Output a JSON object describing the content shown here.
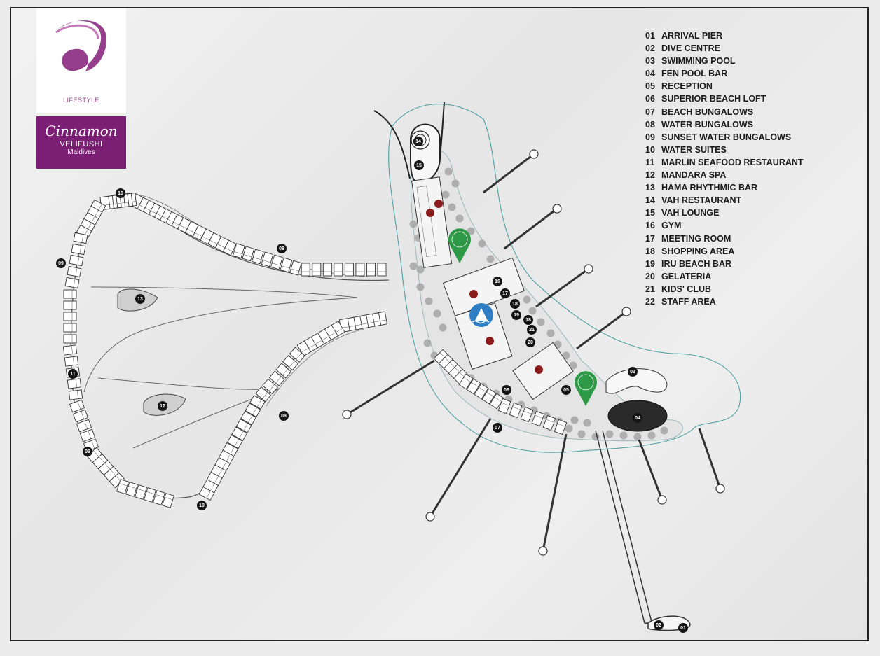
{
  "logo": {
    "tagline": "LIFESTYLE",
    "brand": "Cinnamon",
    "resort": "VELIFUSHI",
    "location": "Maldives",
    "accent_color": "#7a1f74"
  },
  "legend": [
    {
      "num": "01",
      "label": "ARRIVAL PIER"
    },
    {
      "num": "02",
      "label": "DIVE CENTRE"
    },
    {
      "num": "03",
      "label": "SWIMMING POOL"
    },
    {
      "num": "04",
      "label": "FEN POOL BAR"
    },
    {
      "num": "05",
      "label": "RECEPTION"
    },
    {
      "num": "06",
      "label": "SUPERIOR BEACH LOFT"
    },
    {
      "num": "07",
      "label": "BEACH BUNGALOWS"
    },
    {
      "num": "08",
      "label": "WATER BUNGALOWS"
    },
    {
      "num": "09",
      "label": "SUNSET WATER BUNGALOWS"
    },
    {
      "num": "10",
      "label": "WATER SUITES"
    },
    {
      "num": "11",
      "label": "MARLIN SEAFOOD RESTAURANT"
    },
    {
      "num": "12",
      "label": "MANDARA SPA"
    },
    {
      "num": "13",
      "label": "HAMA RHYTHMIC BAR"
    },
    {
      "num": "14",
      "label": "VAH RESTAURANT"
    },
    {
      "num": "15",
      "label": "VAH LOUNGE"
    },
    {
      "num": "16",
      "label": "GYM"
    },
    {
      "num": "17",
      "label": "MEETING ROOM"
    },
    {
      "num": "18",
      "label": "SHOPPING AREA"
    },
    {
      "num": "19",
      "label": "IRU BEACH BAR"
    },
    {
      "num": "20",
      "label": "GELATERIA"
    },
    {
      "num": "21",
      "label": "KIDS' CLUB"
    },
    {
      "num": "22",
      "label": "STAFF AREA"
    }
  ],
  "map_markers": [
    {
      "id": "marker-10-top",
      "label": "10"
    },
    {
      "id": "marker-08-top",
      "label": "08"
    },
    {
      "id": "marker-09-left",
      "label": "09"
    },
    {
      "id": "marker-13",
      "label": "13"
    },
    {
      "id": "marker-11",
      "label": "11"
    },
    {
      "id": "marker-12",
      "label": "12"
    },
    {
      "id": "marker-08-bottom",
      "label": "08"
    },
    {
      "id": "marker-09-bottom",
      "label": "09"
    },
    {
      "id": "marker-10-bottom",
      "label": "10"
    },
    {
      "id": "marker-14",
      "label": "14"
    },
    {
      "id": "marker-15",
      "label": "15"
    },
    {
      "id": "marker-16",
      "label": "16"
    },
    {
      "id": "marker-17",
      "label": "17"
    },
    {
      "id": "marker-18",
      "label": "18"
    },
    {
      "id": "marker-19",
      "label": "19"
    },
    {
      "id": "marker-18b",
      "label": "18"
    },
    {
      "id": "marker-21",
      "label": "21"
    },
    {
      "id": "marker-20",
      "label": "20"
    },
    {
      "id": "marker-06",
      "label": "06"
    },
    {
      "id": "marker-05",
      "label": "05"
    },
    {
      "id": "marker-07",
      "label": "07"
    },
    {
      "id": "marker-03",
      "label": "03"
    },
    {
      "id": "marker-04",
      "label": "04"
    },
    {
      "id": "marker-02",
      "label": "02"
    },
    {
      "id": "marker-01",
      "label": "01"
    }
  ],
  "colors": {
    "shoreline": "#4f9fa2",
    "vegetation": "#9a9a9a",
    "assembly_point": "#2e9a47",
    "pool_icon": "#2f7fc4",
    "restaurant_dot": "#8b1a1a"
  }
}
